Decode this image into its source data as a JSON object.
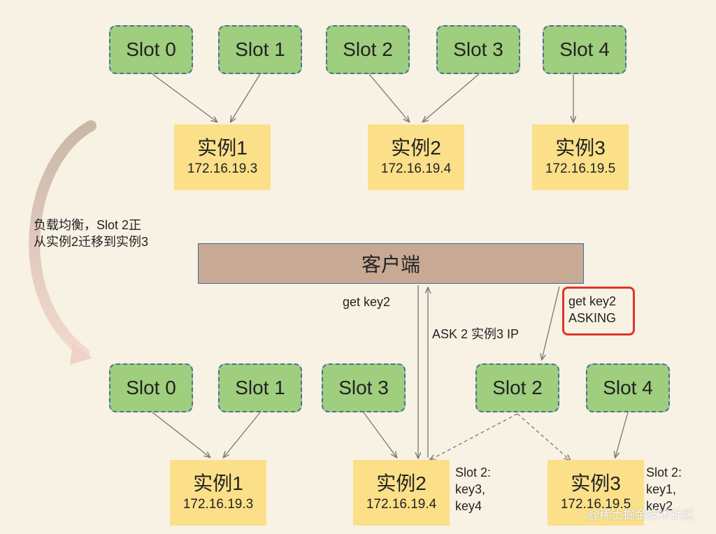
{
  "top": {
    "slots": [
      "Slot 0",
      "Slot 1",
      "Slot 2",
      "Slot 3",
      "Slot 4"
    ],
    "instances": [
      {
        "name": "实例1",
        "ip": "172.16.19.3"
      },
      {
        "name": "实例2",
        "ip": "172.16.19.4"
      },
      {
        "name": "实例3",
        "ip": "172.16.19.5"
      }
    ]
  },
  "migration_note": "负载均衡，Slot 2正\n从实例2迁移到实例3",
  "client": {
    "label": "客户端"
  },
  "requests": {
    "get_key2": "get  key2",
    "ask_reply": "ASK 2 实例3 IP",
    "asking_cmd": "get key2\nASKING"
  },
  "bottom": {
    "slots": [
      "Slot 0",
      "Slot 1",
      "Slot 3",
      "Slot 2",
      "Slot 4"
    ],
    "instances": [
      {
        "name": "实例1",
        "ip": "172.16.19.3"
      },
      {
        "name": "实例2",
        "ip": "172.16.19.4"
      },
      {
        "name": "实例3",
        "ip": "172.16.19.5"
      }
    ],
    "inst2_keys": "Slot 2:\nkey3,\nkey4",
    "inst3_keys": "Slot 2:\nkey1,\nkey2"
  },
  "watermark": "@稀土掘金技术社区",
  "colors": {
    "background": "#f8f2e4",
    "slot_fill": "#9fce7e",
    "instance_fill": "#fbe089",
    "client_fill": "#c8a994",
    "highlight_border": "#e0342a"
  }
}
